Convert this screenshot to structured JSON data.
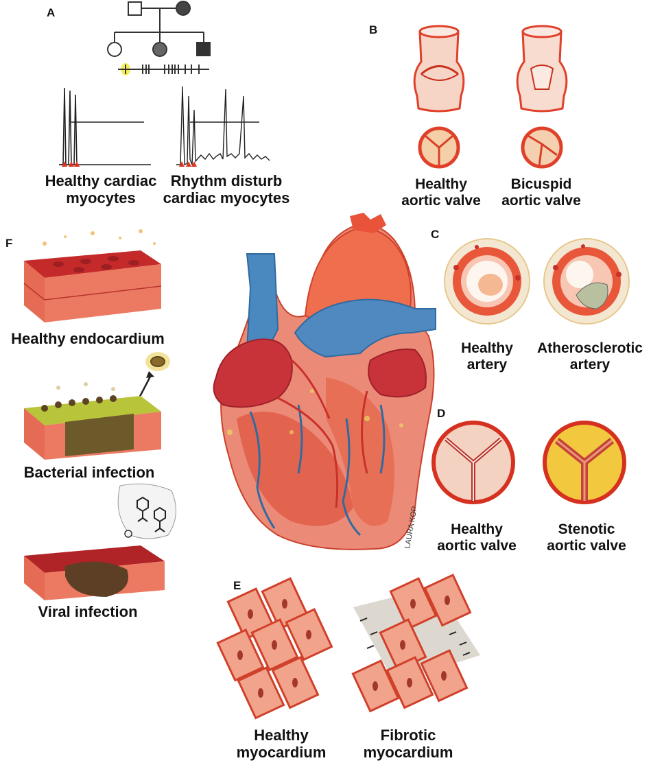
{
  "panels": {
    "A": {
      "letter": "A",
      "left_caption": [
        "Healthy cardiac",
        "myocytes"
      ],
      "right_caption": [
        "Rhythm disturb",
        "cardiac myocytes"
      ]
    },
    "B": {
      "letter": "B",
      "left_caption": [
        "Healthy",
        "aortic valve"
      ],
      "right_caption": [
        "Bicuspid",
        "aortic valve"
      ]
    },
    "C": {
      "letter": "C",
      "left_caption": [
        "Healthy",
        "artery"
      ],
      "right_caption": [
        "Atherosclerotic",
        "artery"
      ]
    },
    "D": {
      "letter": "D",
      "left_caption": [
        "Healthy",
        "aortic valve"
      ],
      "right_caption": [
        "Stenotic",
        "aortic valve"
      ]
    },
    "E": {
      "letter": "E",
      "left_caption": [
        "Healthy",
        "myocardium"
      ],
      "right_caption": [
        "Fibrotic",
        "myocardium"
      ]
    },
    "F": {
      "letter": "F",
      "captions": [
        "Healthy endocardium",
        "Bacterial infection",
        "Viral infection"
      ]
    }
  },
  "signature": "LAURA KOP",
  "colors": {
    "tissue_red": "#d9402c",
    "tissue_dark": "#b3261e",
    "vein_blue": "#3f7fb8",
    "aorta_orange": "#ee6e4e",
    "bacteria_green": "#a6b83a",
    "plaque_yellow": "#e8c53a"
  }
}
